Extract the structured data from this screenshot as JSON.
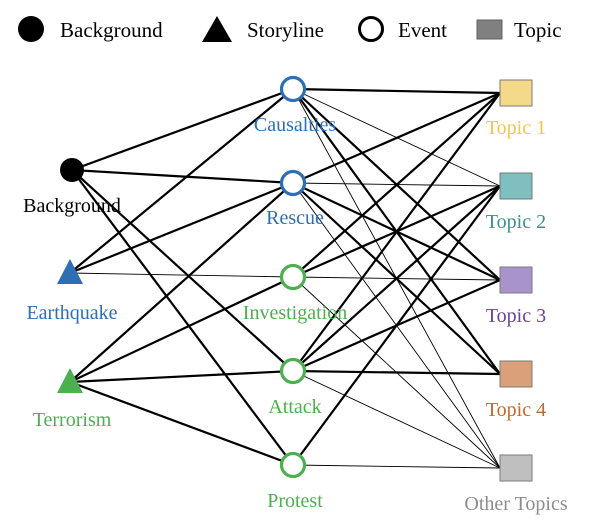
{
  "legend": {
    "background": "Background",
    "storyline": "Storyline",
    "event": "Event",
    "topic": "Topic"
  },
  "nodes": {
    "background": {
      "label": "Background",
      "color": "#000000",
      "shape": "filled-circle"
    },
    "earthquake": {
      "label": "Earthquake",
      "color": "#2E6EB5",
      "shape": "triangle"
    },
    "terrorism": {
      "label": "Terrorism",
      "color": "#4CAF50",
      "shape": "triangle"
    },
    "causalties": {
      "label": "Causalties",
      "color": "#2E6EB5",
      "shape": "ring"
    },
    "rescue": {
      "label": "Rescue",
      "color": "#2E6EB5",
      "shape": "ring"
    },
    "investigation": {
      "label": "Investigation",
      "color": "#4CAF50",
      "shape": "ring"
    },
    "attack": {
      "label": "Attack",
      "color": "#4CAF50",
      "shape": "ring"
    },
    "protest": {
      "label": "Protest",
      "color": "#4CAF50",
      "shape": "ring"
    },
    "topic1": {
      "label": "Topic 1",
      "fill": "#F5D98A",
      "text": "#F2C744"
    },
    "topic2": {
      "label": "Topic 2",
      "fill": "#7FBFBF",
      "text": "#3A8F8F"
    },
    "topic3": {
      "label": "Topic 3",
      "fill": "#A993CC",
      "text": "#6A3FA0"
    },
    "topic4": {
      "label": "Topic 4",
      "fill": "#D9A07A",
      "text": "#C06A2A"
    },
    "other": {
      "label": "Other Topics",
      "fill": "#BFBFBF",
      "text": "#8C8C8C"
    }
  },
  "edges": {
    "thick": [
      [
        "background",
        "causalties"
      ],
      [
        "background",
        "rescue"
      ],
      [
        "background",
        "attack"
      ],
      [
        "background",
        "protest"
      ],
      [
        "earthquake",
        "causalties"
      ],
      [
        "earthquake",
        "rescue"
      ],
      [
        "terrorism",
        "rescue"
      ],
      [
        "terrorism",
        "investigation"
      ],
      [
        "terrorism",
        "attack"
      ],
      [
        "terrorism",
        "protest"
      ],
      [
        "causalties",
        "topic1"
      ],
      [
        "causalties",
        "topic4"
      ],
      [
        "causalties",
        "topic3"
      ],
      [
        "rescue",
        "topic1"
      ],
      [
        "rescue",
        "topic3"
      ],
      [
        "rescue",
        "topic4"
      ],
      [
        "investigation",
        "topic1"
      ],
      [
        "investigation",
        "topic2"
      ],
      [
        "attack",
        "topic1"
      ],
      [
        "attack",
        "topic2"
      ],
      [
        "attack",
        "topic3"
      ],
      [
        "attack",
        "topic4"
      ],
      [
        "protest",
        "topic2"
      ]
    ],
    "thin": [
      [
        "earthquake",
        "investigation"
      ],
      [
        "causalties",
        "topic2"
      ],
      [
        "causalties",
        "other"
      ],
      [
        "rescue",
        "topic2"
      ],
      [
        "rescue",
        "other"
      ],
      [
        "investigation",
        "topic3"
      ],
      [
        "investigation",
        "other"
      ],
      [
        "attack",
        "other"
      ],
      [
        "protest",
        "other"
      ]
    ]
  }
}
